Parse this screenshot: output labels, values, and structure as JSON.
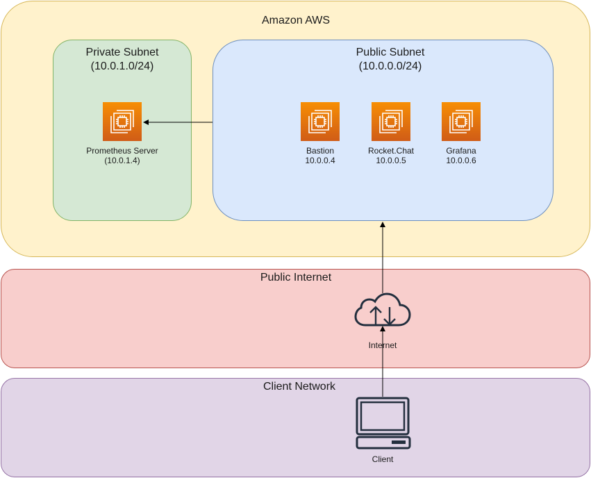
{
  "zones": {
    "aws": {
      "title": "Amazon AWS"
    },
    "private_subnet": {
      "title": "Private Subnet",
      "cidr": "(10.0.1.0/24)"
    },
    "public_subnet": {
      "title": "Public Subnet",
      "cidr": "(10.0.0.0/24)"
    },
    "public_internet": {
      "title": "Public Internet"
    },
    "client_network": {
      "title": "Client Network"
    }
  },
  "nodes": {
    "prometheus": {
      "name": "Prometheus Server",
      "ip": "(10.0.1.4)",
      "icon": "ec2-instance-icon"
    },
    "bastion": {
      "name": "Bastion",
      "ip": "10.0.0.4",
      "icon": "ec2-instance-icon"
    },
    "rocketchat": {
      "name": "Rocket.Chat",
      "ip": "10.0.0.5",
      "icon": "ec2-instance-icon"
    },
    "grafana": {
      "name": "Grafana",
      "ip": "10.0.0.6",
      "icon": "ec2-instance-icon"
    },
    "internet": {
      "name": "Internet",
      "icon": "cloud-icon"
    },
    "client": {
      "name": "Client",
      "icon": "computer-icon"
    }
  },
  "colors": {
    "ec2_orange_top": "#f78e04",
    "ec2_orange_bottom": "#d05c17",
    "aws_fill": "#fff2cc",
    "private_fill": "#d5e8d4",
    "public_fill": "#dae8fc",
    "internet_fill": "#f8cecc",
    "client_fill": "#e1d5e7",
    "icon_dark": "#232f3e"
  }
}
